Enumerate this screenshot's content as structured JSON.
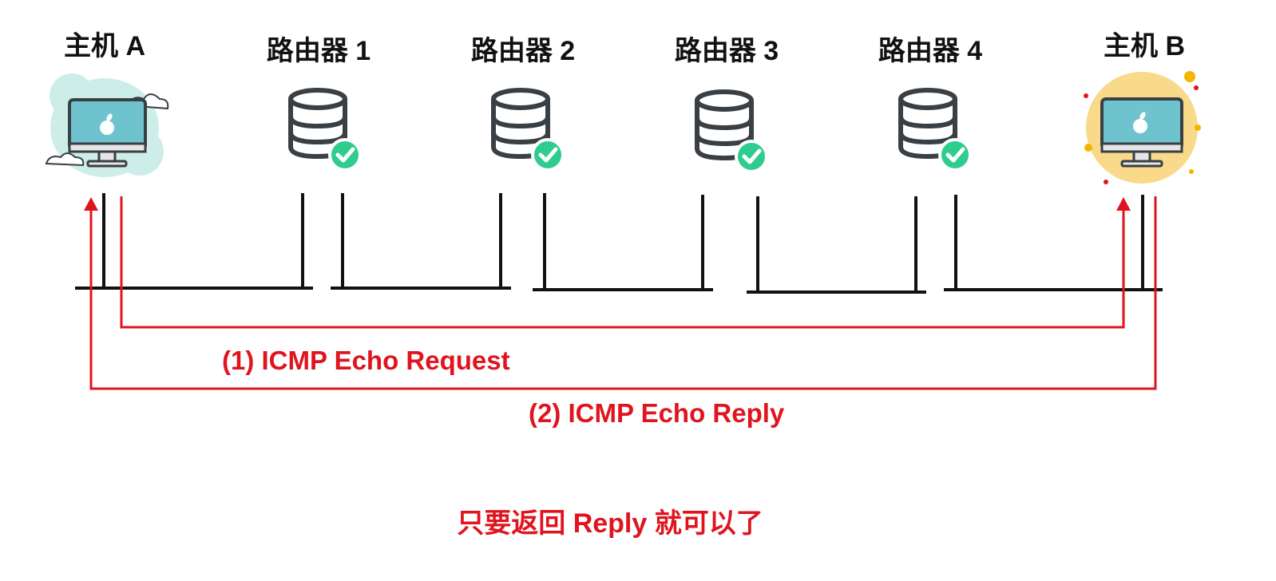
{
  "nodes": {
    "host_a": {
      "label": "主机 A",
      "icon": "computer-cloud-icon"
    },
    "router_1": {
      "label": "路由器 1",
      "icon": "database-check-icon"
    },
    "router_2": {
      "label": "路由器 2",
      "icon": "database-check-icon"
    },
    "router_3": {
      "label": "路由器 3",
      "icon": "database-check-icon"
    },
    "router_4": {
      "label": "路由器 4",
      "icon": "database-check-icon"
    },
    "host_b": {
      "label": "主机 B",
      "icon": "computer-sun-icon"
    }
  },
  "flows": {
    "request": {
      "label": "(1) ICMP Echo Request"
    },
    "reply": {
      "label": "(2) ICMP Echo Reply"
    }
  },
  "note": {
    "text": "只要返回 Reply 就可以了"
  },
  "colors": {
    "accent": "#e0141e",
    "line": "#111111",
    "router_icon": "#3a3f44",
    "check": "#2ecc8f",
    "monitor_screen": "#6ec3cf",
    "cloud_bg": "#cdeee8",
    "sun_bg": "#f9d98a"
  }
}
